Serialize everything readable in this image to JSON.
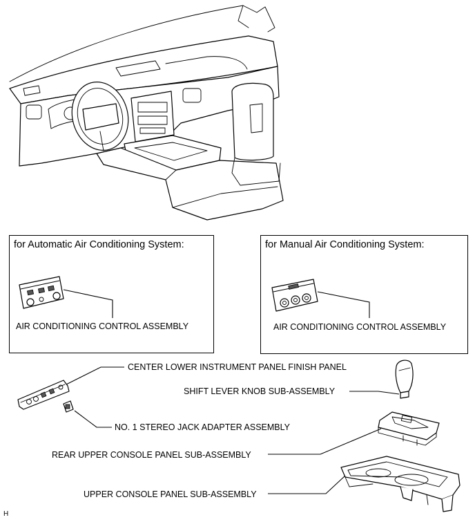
{
  "boxes": {
    "automatic": {
      "title": "for Automatic Air Conditioning System:",
      "part_label": "AIR CONDITIONING CONTROL ASSEMBLY"
    },
    "manual": {
      "title": "for Manual Air Conditioning System:",
      "part_label": "AIR CONDITIONING CONTROL ASSEMBLY"
    }
  },
  "parts": {
    "center_lower_panel": "CENTER LOWER INSTRUMENT PANEL FINISH PANEL",
    "shift_knob": "SHIFT LEVER KNOB SUB-ASSEMBLY",
    "stereo_jack": "NO. 1 STEREO JACK ADAPTER ASSEMBLY",
    "rear_upper_console": "REAR UPPER CONSOLE PANEL SUB-ASSEMBLY",
    "upper_console": "UPPER CONSOLE PANEL SUB-ASSEMBLY"
  },
  "footer_mark": "H"
}
